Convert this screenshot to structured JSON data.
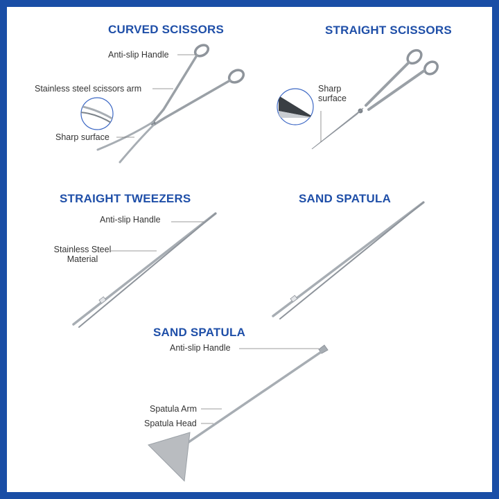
{
  "colors": {
    "frame": "#1a4ea6",
    "title": "#1f4fa8",
    "label": "#333333",
    "steel": "#c9cdd2",
    "steel_dark": "#8e949b",
    "spatula_head": "#b9bcc0"
  },
  "sections": {
    "curved_scissors": {
      "title": "CURVED SCISSORS",
      "labels": [
        "Anti-slip Handle",
        "Stainless steel scissors arm",
        "Sharp surface"
      ]
    },
    "straight_scissors": {
      "title": "STRAIGHT SCISSORS",
      "labels": [
        "Sharp",
        "surface"
      ]
    },
    "straight_tweezers": {
      "title": "STRAIGHT TWEEZERS",
      "labels": [
        "Anti-slip Handle",
        "Stainless Steel",
        "Material"
      ]
    },
    "sand_spatula_top": {
      "title": "SAND SPATULA"
    },
    "sand_spatula_bottom": {
      "title": "SAND SPATULA",
      "labels": [
        "Anti-slip Handle",
        "Spatula Arm",
        "Spatula Head"
      ]
    }
  }
}
